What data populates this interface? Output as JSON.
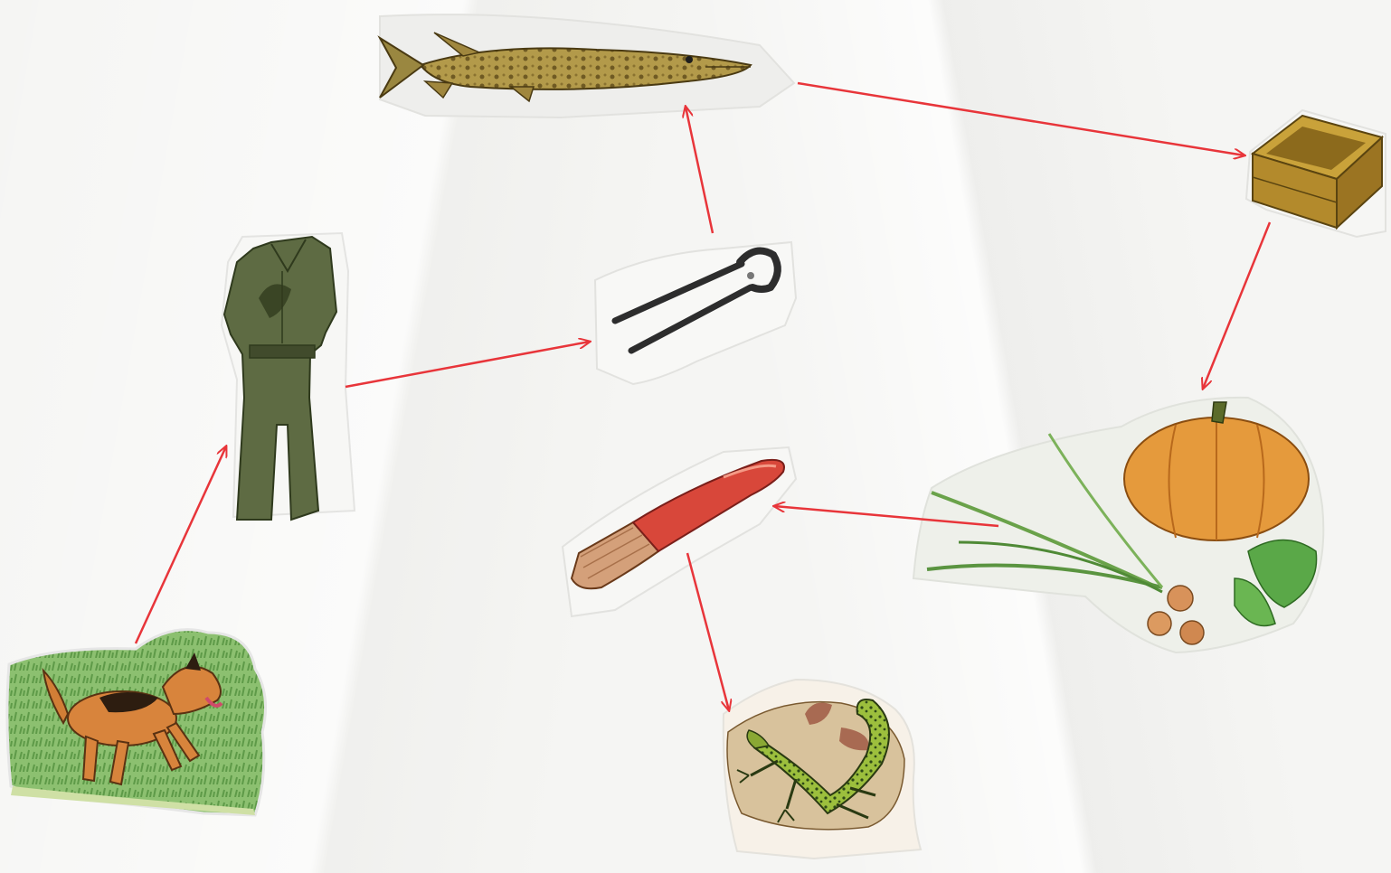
{
  "diagram": {
    "edge_color": "#e8353a",
    "nodes": [
      {
        "id": "dog",
        "name": "dog-cutout-node"
      },
      {
        "id": "overalls",
        "name": "overalls-cutout-node"
      },
      {
        "id": "pincers",
        "name": "pincers-cutout-node"
      },
      {
        "id": "fish",
        "name": "pike-fish-cutout-node"
      },
      {
        "id": "box",
        "name": "wooden-box-cutout-node"
      },
      {
        "id": "vegetables",
        "name": "pumpkin-onion-cutout-node"
      },
      {
        "id": "brush",
        "name": "brush-cutout-node"
      },
      {
        "id": "lizard",
        "name": "lizard-cutout-node"
      }
    ],
    "edges": [
      {
        "from": "dog",
        "to": "overalls"
      },
      {
        "from": "overalls",
        "to": "pincers"
      },
      {
        "from": "pincers",
        "to": "fish"
      },
      {
        "from": "fish",
        "to": "box"
      },
      {
        "from": "box",
        "to": "vegetables"
      },
      {
        "from": "vegetables",
        "to": "brush"
      },
      {
        "from": "brush",
        "to": "lizard"
      }
    ]
  }
}
